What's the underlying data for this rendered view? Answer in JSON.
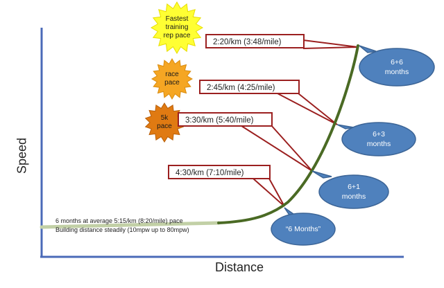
{
  "axes": {
    "y_label": "Speed",
    "x_label": "Distance"
  },
  "paces": [
    {
      "id": "fastest",
      "badge": [
        "Fastest",
        "training",
        "rep pace"
      ],
      "pace": "2:20/km (3:48/mile)"
    },
    {
      "id": "race",
      "badge": [
        "race",
        "pace"
      ],
      "pace": "2:45/km (4:25/mile)"
    },
    {
      "id": "5k",
      "badge": [
        "5k",
        "pace"
      ],
      "pace": "3:30/km (5:40/mile)"
    },
    {
      "id": "base",
      "pace": "4:30/km (7:10/mile)"
    }
  ],
  "milestones": [
    {
      "id": "6plus6",
      "label": [
        "6+6",
        "months"
      ]
    },
    {
      "id": "6plus3",
      "label": [
        "6+3",
        "months"
      ]
    },
    {
      "id": "6plus1",
      "label": [
        "6+1",
        "months"
      ]
    },
    {
      "id": "6months",
      "label": [
        "“6 Months”"
      ]
    }
  ],
  "base_phase": {
    "line1": "6 months at average 5:15/km (8:20/mile) pace",
    "line2": "Building distance steadily (10mpw up to 80mpw)"
  },
  "colors": {
    "axis": "#4a6ab8",
    "curve": "#4a6a24",
    "flat_segment": "#c2d0a6",
    "pace_box_border": "#9b1f1f",
    "oval_fill": "#4f81bd",
    "oval_stroke": "#3b6496",
    "badge_yellow": "#ffff33",
    "badge_orange_light": "#f5a623",
    "badge_orange_dark": "#e07a12"
  }
}
